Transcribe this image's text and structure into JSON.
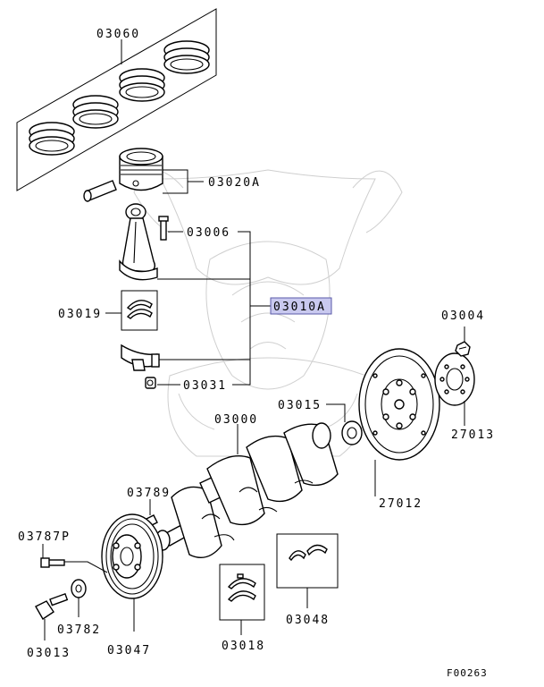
{
  "parts": {
    "p03060": "03060",
    "p03020A": "03020A",
    "p03006": "03006",
    "p03010A": "03010A",
    "p03019": "03019",
    "p03031": "03031",
    "p03004": "03004",
    "p03015": "03015",
    "p03000": "03000",
    "p27013": "27013",
    "p27012": "27012",
    "p03789": "03789",
    "p03787P": "03787P",
    "p03782": "03782",
    "p03013": "03013",
    "p03047": "03047",
    "p03018": "03018",
    "p03048": "03048"
  },
  "figure_code": "F00263",
  "colors": {
    "highlight": "#c9c9ef",
    "highlight_border": "#5a5aa8",
    "watermark": "#cfcfcf"
  }
}
